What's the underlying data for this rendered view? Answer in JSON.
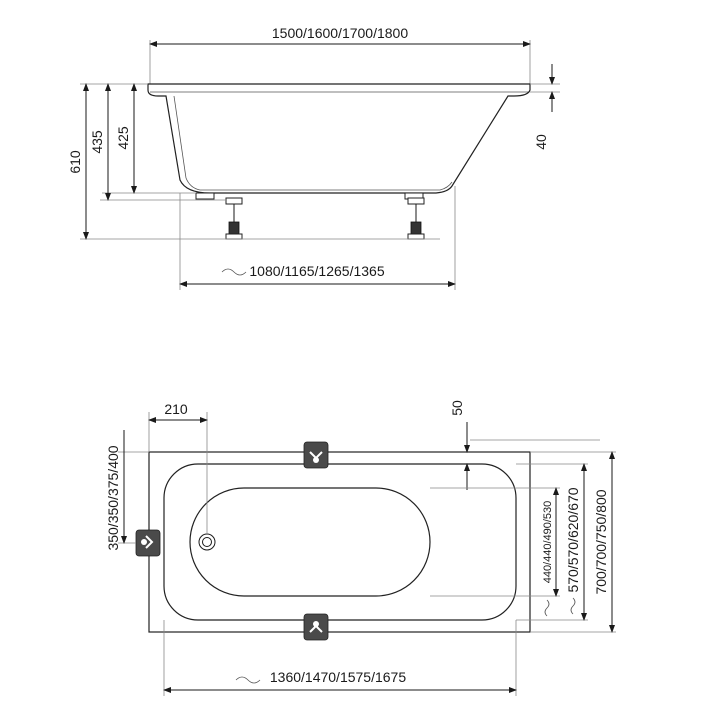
{
  "side_view": {
    "length_label": "1500/1600/1700/1800",
    "height_total_label": "610",
    "height_rim_label": "435",
    "height_inner_label": "425",
    "rim_thickness_label": "40",
    "bottom_length_label": "1080/1165/1265/1365"
  },
  "top_view": {
    "offset_label": "210",
    "edge_label": "50",
    "leg_offset_label": "350/350/375/400",
    "inner_width_label": "440/440/490/530",
    "mid_width_label": "570/570/620/670",
    "outer_width_label": "700/700/750/800",
    "inner_length_label": "1360/1470/1575/1675"
  }
}
